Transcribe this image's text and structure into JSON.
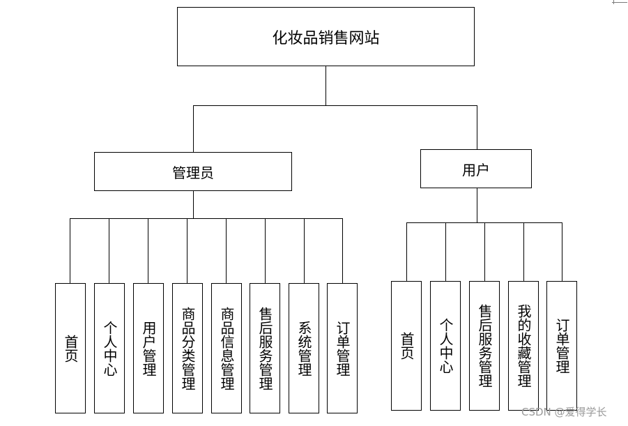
{
  "diagram": {
    "root": {
      "label": "化妆品销售网站"
    },
    "branches": [
      {
        "label": "管理员",
        "children": [
          "首页",
          "个人中心",
          "用户管理",
          "商品分类管理",
          "商品信息管理",
          "售后服务管理",
          "系统管理",
          "订单管理"
        ]
      },
      {
        "label": "用户",
        "children": [
          "首页",
          "个人中心",
          "售后服务管理",
          "我的收藏管理",
          "订单管理"
        ]
      }
    ]
  },
  "watermark": "CSDN @爱得学长"
}
